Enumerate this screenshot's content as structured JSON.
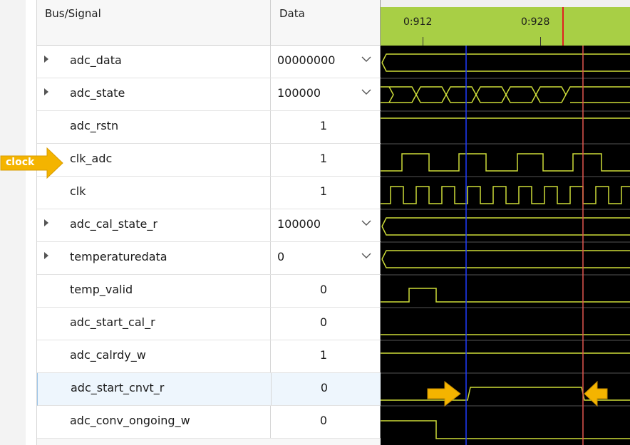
{
  "header": {
    "signal_col": "Bus/Signal",
    "data_col": "Data"
  },
  "timeline": {
    "markers": [
      "0:912",
      "0:928"
    ]
  },
  "annotation": {
    "clock_label": "clock"
  },
  "signals": [
    {
      "name": "adc_data",
      "value": "00000000",
      "bus": true
    },
    {
      "name": "adc_state",
      "value": "100000",
      "bus": true
    },
    {
      "name": "adc_rstn",
      "value": "1",
      "bus": false
    },
    {
      "name": "clk_adc",
      "value": "1",
      "bus": false
    },
    {
      "name": "clk",
      "value": "1",
      "bus": false
    },
    {
      "name": "adc_cal_state_r",
      "value": "100000",
      "bus": true
    },
    {
      "name": "temperaturedata",
      "value": "0",
      "bus": true
    },
    {
      "name": "temp_valid",
      "value": "0",
      "bus": false
    },
    {
      "name": "adc_start_cal_r",
      "value": "0",
      "bus": false
    },
    {
      "name": "adc_calrdy_w",
      "value": "1",
      "bus": false
    },
    {
      "name": "adc_start_cnvt_r",
      "value": "0",
      "bus": false,
      "selected": true
    },
    {
      "name": "adc_conv_ongoing_w",
      "value": "0",
      "bus": false
    }
  ],
  "colors": {
    "waveform": "#cddc39",
    "wave_bg": "#000000",
    "timeline_bar": "#a8cf45",
    "cursor_blue": "#1f3cff",
    "cursor_red": "#e0564f",
    "marker_red": "#e02020",
    "annotation_arrow": "#f4b400"
  }
}
